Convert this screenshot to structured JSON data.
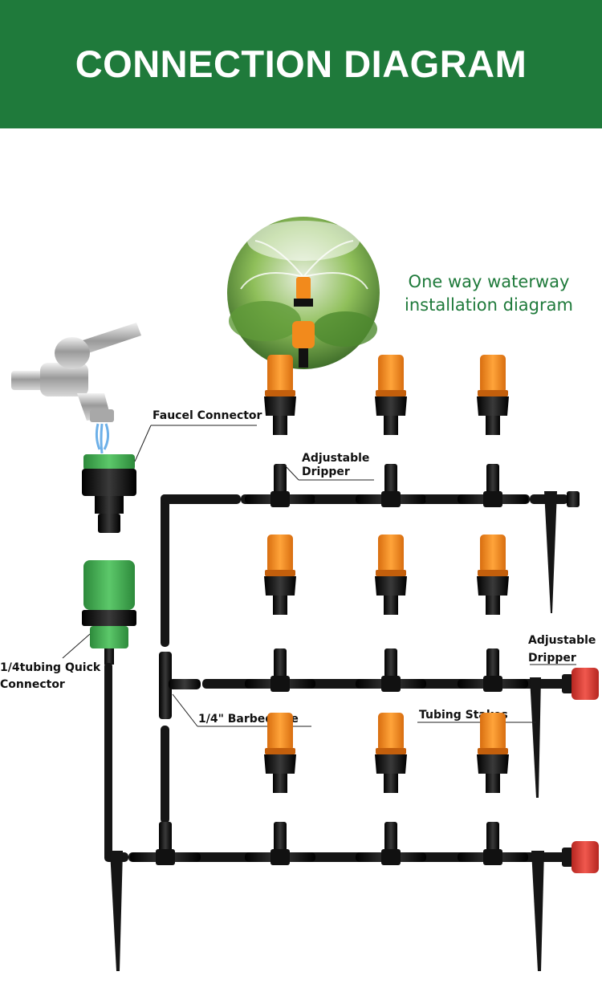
{
  "header": {
    "title": "CONNECTION DIAGRAM"
  },
  "caption": {
    "line1": "One way waterway",
    "line2": "installation diagram"
  },
  "labels": {
    "faucet_connector": "Faucel Connector",
    "adjustable_dripper_line1": "Adjustable",
    "adjustable_dripper_line2": "Dripper",
    "adjustable_dripper2_line1": "Adjustable",
    "adjustable_dripper2_line2": "Dripper",
    "quick_connector_line1": "1/4tubing Quick",
    "quick_connector_line2": "Connector",
    "barbed_tee": "1/4\" Barbed Tee",
    "tubing_stakes": "Tubing Stakes"
  },
  "colors": {
    "header_bg": "#1f7a3b",
    "caption_green": "#1f7a3b",
    "dripper_orange": "#f28a1c",
    "end_cap_red": "#d9342b",
    "connector_green": "#3aa84a",
    "tube_black": "#151515"
  }
}
